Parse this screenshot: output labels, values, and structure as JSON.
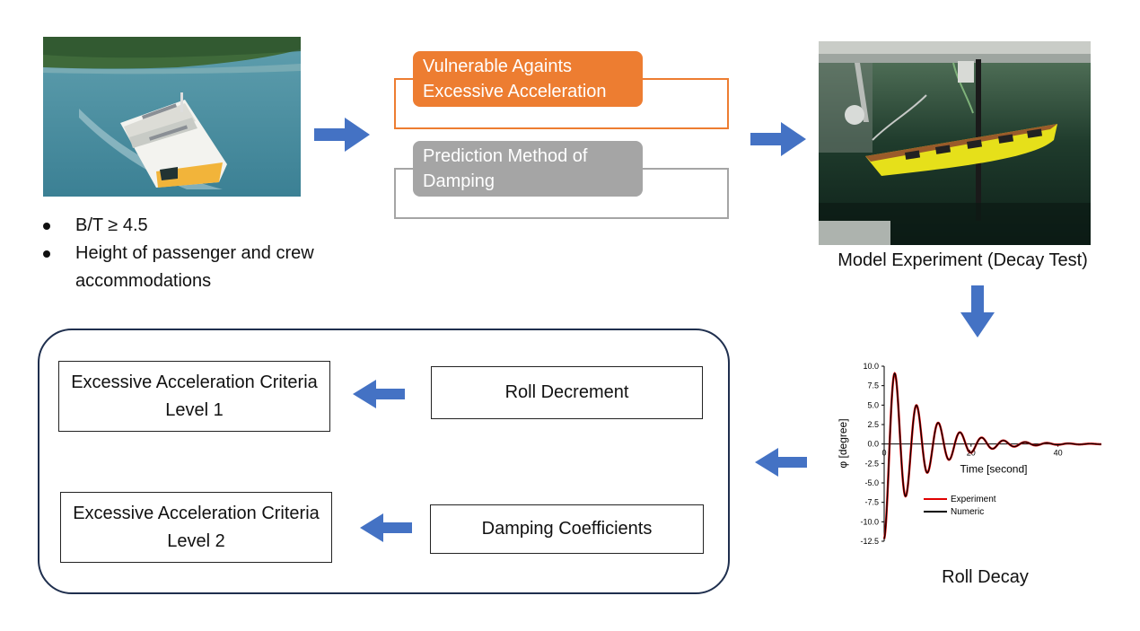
{
  "ship_features": [
    "B/T ≥ 4.5",
    "Height of passenger and crew accommodations"
  ],
  "issues": {
    "vulnerable": "Vulnerable Againts Excessive Acceleration",
    "prediction": "Prediction Method of Damping"
  },
  "experiment_caption": "Model Experiment (Decay Test)",
  "roll_decay_caption": "Roll Decay",
  "outputs": {
    "roll_decrement": "Roll Decrement",
    "damping_coefficients": "Damping Coefficients",
    "criteria_level_1": "Excessive Acceleration Criteria Level 1",
    "criteria_level_2": "Excessive Acceleration Criteria Level 2"
  },
  "colors": {
    "arrow": "#4472c4",
    "orange": "#ed7d31",
    "gray": "#a5a5a5",
    "frame": "#1f2f4e",
    "experiment_line": "#e00000",
    "numeric_line": "#000000"
  },
  "chart_data": {
    "type": "line",
    "xlabel": "Time [second]",
    "ylabel": "φ [degree]",
    "xlim": [
      0,
      50
    ],
    "ylim": [
      -12.5,
      10.0
    ],
    "yticks": [
      "10.0",
      "7.5",
      "5.0",
      "2.5",
      "0.0",
      "-2.5",
      "-5.0",
      "-7.5",
      "-10.0",
      "-12.5"
    ],
    "xticks": [
      "0",
      "20",
      "40"
    ],
    "legend_position": "lower-left inside",
    "series": [
      {
        "name": "Experiment",
        "color": "#e00000",
        "amplitude0": -12.2,
        "period": 5.0,
        "decay": 0.12
      },
      {
        "name": "Numeric",
        "color": "#000000",
        "amplitude0": -12.2,
        "period": 5.0,
        "decay": 0.12
      }
    ]
  }
}
